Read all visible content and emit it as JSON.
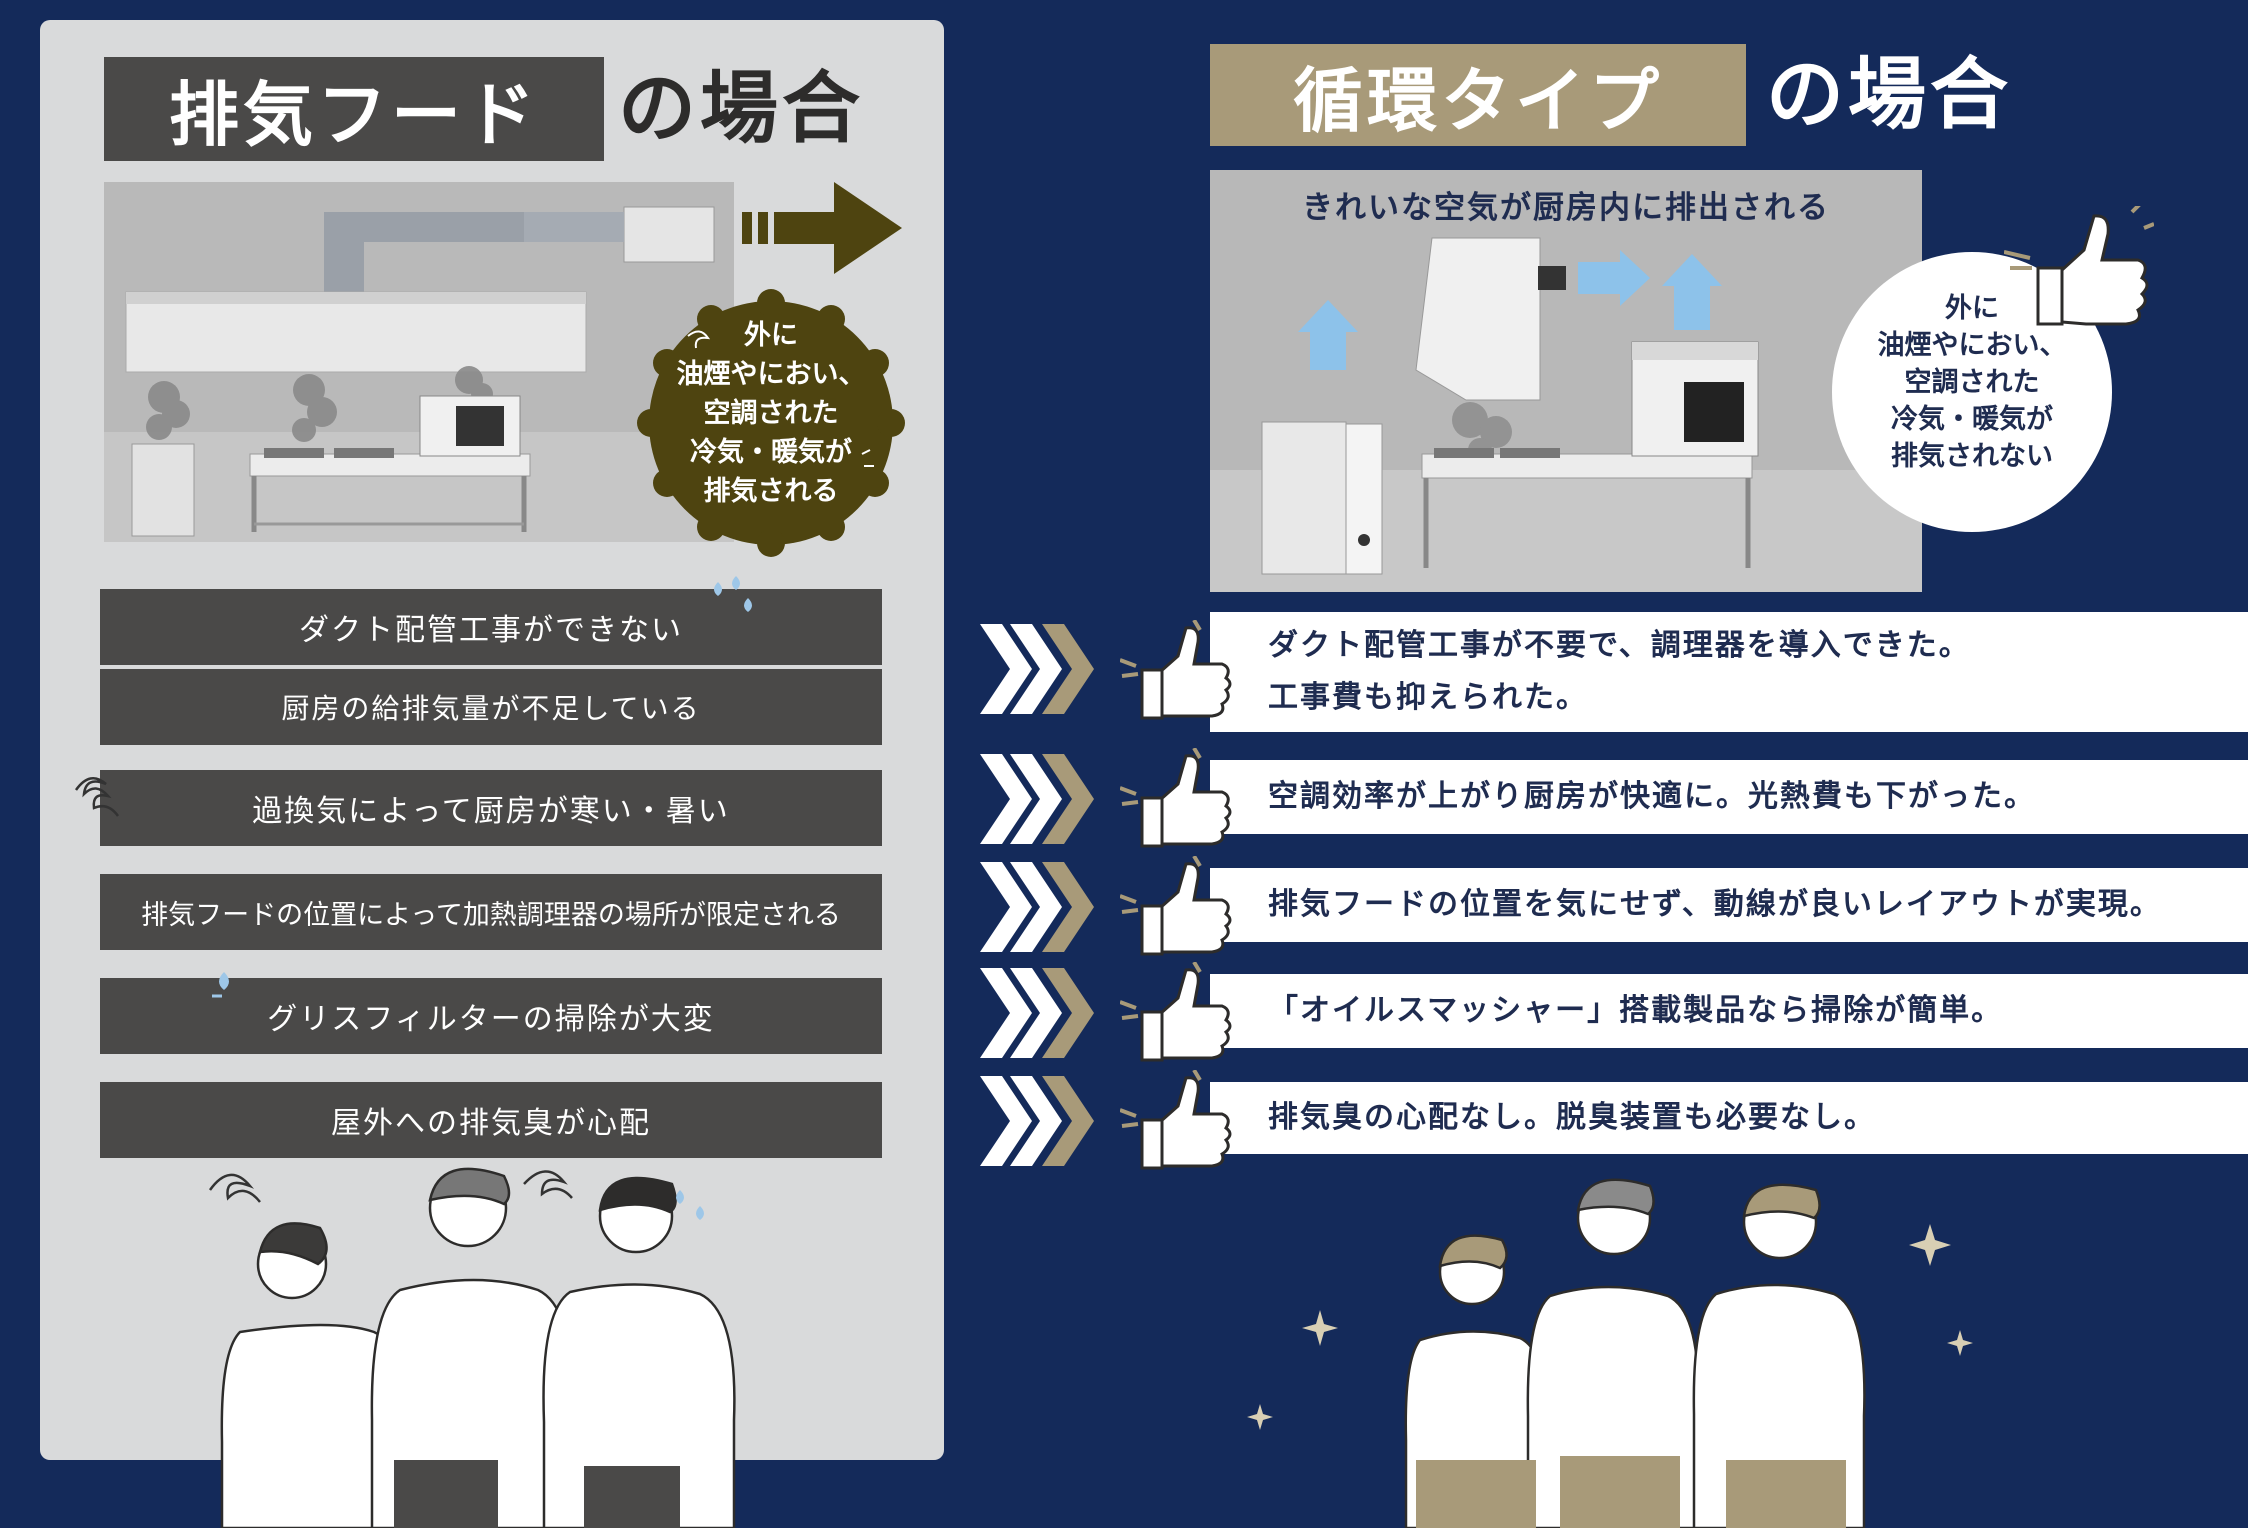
{
  "left": {
    "title": "排気フード",
    "title_suffix": "の場合",
    "badge_lines": [
      "外に",
      "油煙やにおい、",
      "空調された",
      "冷気・暖気が",
      "排気される"
    ],
    "problems": [
      "ダクト配管工事ができない",
      "厨房の給排気量が不足している",
      "過換気によって厨房が寒い・暑い",
      "排気フードの位置によって加熱調理器の場所が限定される",
      "グリスフィルターの掃除が大変",
      "屋外への排気臭が心配"
    ]
  },
  "right": {
    "title": "循環タイプ",
    "title_suffix": "の場合",
    "illus_caption": "きれいな空気が厨房内に排出される",
    "badge_lines": [
      "外に",
      "油煙やにおい、",
      "空調された",
      "冷気・暖気が",
      "排気されない"
    ],
    "benefits": [
      [
        "ダクト配管工事が不要で、調理器を導入できた。",
        "工事費も抑えられた。"
      ],
      [
        "空調効率が上がり厨房が快適に。光熱費も下がった。"
      ],
      [
        "排気フードの位置を気にせず、動線が良いレイアウトが実現。"
      ],
      [
        "「オイルスマッシャー」搭載製品なら掃除が簡単。"
      ],
      [
        "排気臭の心配なし。脱臭装置も必要なし。"
      ]
    ]
  },
  "colors": {
    "background": "#142a5a",
    "left_panel": "#d9dadb",
    "dark_bar": "#4a4948",
    "gold": "#a89a79",
    "brown_badge": "#4e4410"
  }
}
